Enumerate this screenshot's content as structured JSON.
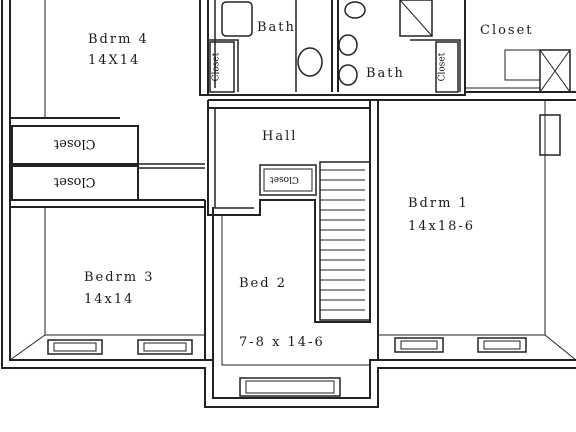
{
  "rooms": {
    "bdrm4_name": "Bdrm 4",
    "bdrm4_size": "14X14",
    "bath_top": "Bath",
    "bath_right": "Bath",
    "closet_top": "Closet",
    "hall": "Hall",
    "closet_a": "Closet",
    "closet_b": "Closet",
    "closet_hall": "Closet",
    "closet_bath_left": "Closet",
    "closet_bath_right": "Closet",
    "bdrm1_name": "Bdrm 1",
    "bdrm1_size": "14x18-6",
    "bedrm3_name": "Bedrm 3",
    "bedrm3_size": "14x14",
    "bed2_name": "Bed 2",
    "bed2_size": "7-8 x 14-6"
  }
}
